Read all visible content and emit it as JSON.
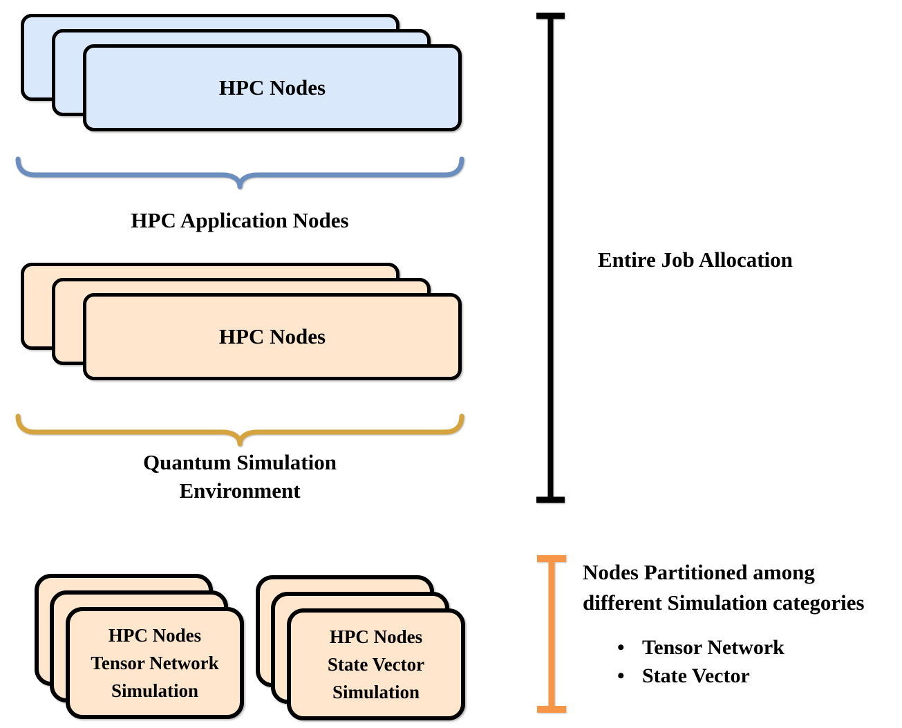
{
  "diagram": {
    "hpc_app_group": {
      "box_label": "HPC Nodes",
      "brace_label": "HPC Application Nodes"
    },
    "qsim_group": {
      "box_label": "HPC Nodes",
      "brace_label_lines": [
        "Quantum Simulation",
        "Environment"
      ]
    },
    "entire_job_label": "Entire Job Allocation",
    "tensor_group": {
      "box_label_lines": [
        "HPC Nodes",
        "Tensor Network",
        "Simulation"
      ]
    },
    "statevec_group": {
      "box_label_lines": [
        "HPC Nodes",
        "State Vector",
        "Simulation"
      ]
    },
    "partition_note": {
      "heading_lines": [
        "Nodes Partitioned among",
        "different Simulation categories"
      ],
      "bullet_char": "•",
      "bullets": [
        "Tensor Network",
        "State Vector"
      ]
    },
    "colors": {
      "blue_box_fill": "#DAE8FC",
      "peach_box_fill": "#FFE6CC",
      "box_border": "#000000",
      "blue_brace": "#6C8EBF",
      "gold_brace": "#D6A43F",
      "orange_bracket": "#F79646",
      "black_bracket": "#000000"
    }
  }
}
